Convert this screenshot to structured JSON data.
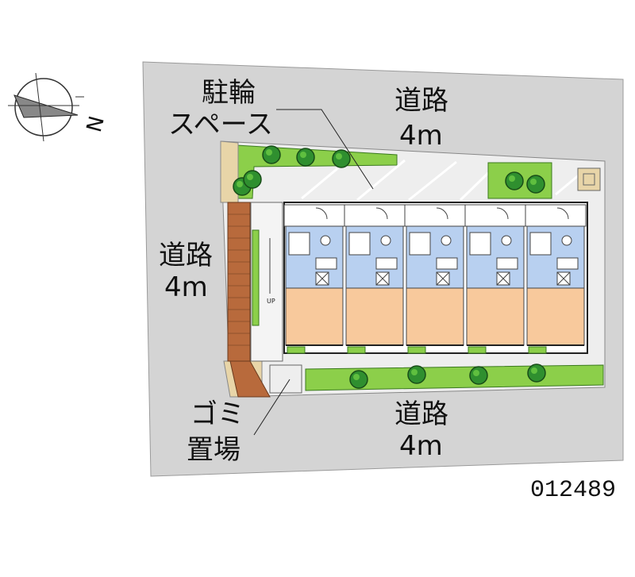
{
  "map": {
    "compass_letter": "N",
    "labels": {
      "bicycle_parking": [
        "駐輪",
        "スペース"
      ],
      "road_top": [
        "道路",
        "4m"
      ],
      "road_left": [
        "道路",
        "4m"
      ],
      "road_bottom": [
        "道路",
        "4m"
      ],
      "garbage": [
        "ゴミ",
        "置場"
      ],
      "stair_marker": "UP"
    },
    "listing_id": "012489",
    "unit_count": 5,
    "colors": {
      "road": "#d4d4d4",
      "site": "#eeeeee",
      "room_floor": "#f8c99c",
      "wet_area": "#b8d0f0",
      "planting": "#8ccf4a",
      "tree": "#2f8f2f",
      "brick": "#b86a3c",
      "sand": "#e8d5a8"
    }
  }
}
